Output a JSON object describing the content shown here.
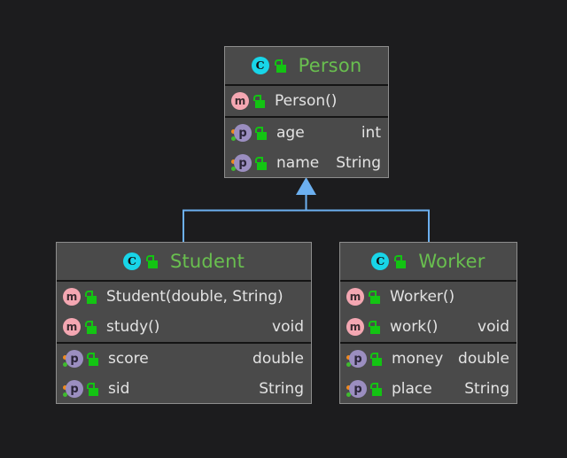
{
  "diagram": {
    "type": "uml-class-diagram",
    "background_color": "#1c1c1e",
    "relationship": "inheritance",
    "relationship_color": "#6cb0f0",
    "classes": [
      {
        "id": "person",
        "name": "Person",
        "icon": "class-icon",
        "visibility_icon": "unlocked-padlock-icon",
        "methods": [
          {
            "icon": "method-icon",
            "visibility_icon": "unlocked-padlock-icon",
            "name": "Person()",
            "type": ""
          }
        ],
        "fields": [
          {
            "icon": "property-icon",
            "visibility_icon": "unlocked-padlock-icon",
            "name": "age",
            "type": "int"
          },
          {
            "icon": "property-icon",
            "visibility_icon": "unlocked-padlock-icon",
            "name": "name",
            "type": "String"
          }
        ]
      },
      {
        "id": "student",
        "name": "Student",
        "icon": "class-icon",
        "visibility_icon": "unlocked-padlock-icon",
        "methods": [
          {
            "icon": "method-icon",
            "visibility_icon": "unlocked-padlock-icon",
            "name": "Student(double, String)",
            "type": ""
          },
          {
            "icon": "method-icon",
            "visibility_icon": "unlocked-padlock-icon",
            "name": "study()",
            "type": "void"
          }
        ],
        "fields": [
          {
            "icon": "property-icon",
            "visibility_icon": "unlocked-padlock-icon",
            "name": "score",
            "type": "double"
          },
          {
            "icon": "property-icon",
            "visibility_icon": "unlocked-padlock-icon",
            "name": "sid",
            "type": "String"
          }
        ]
      },
      {
        "id": "worker",
        "name": "Worker",
        "icon": "class-icon",
        "visibility_icon": "unlocked-padlock-icon",
        "methods": [
          {
            "icon": "method-icon",
            "visibility_icon": "unlocked-padlock-icon",
            "name": "Worker()",
            "type": ""
          },
          {
            "icon": "method-icon",
            "visibility_icon": "unlocked-padlock-icon",
            "name": "work()",
            "type": "void"
          }
        ],
        "fields": [
          {
            "icon": "property-icon",
            "visibility_icon": "unlocked-padlock-icon",
            "name": "money",
            "type": "double"
          },
          {
            "icon": "property-icon",
            "visibility_icon": "unlocked-padlock-icon",
            "name": "place",
            "type": "String"
          }
        ]
      }
    ],
    "icon_glyphs": {
      "class": "C",
      "method": "m",
      "property": "p"
    },
    "colors": {
      "class_name": "#69bf4f",
      "member_text": "#e3e3e3",
      "box_fill": "#4a4a4a",
      "box_border": "#8d8d8d",
      "class_icon": "#18d5e8",
      "method_icon": "#f4a7b2",
      "property_icon": "#9b8ec0",
      "lock_icon": "#13c413"
    }
  }
}
